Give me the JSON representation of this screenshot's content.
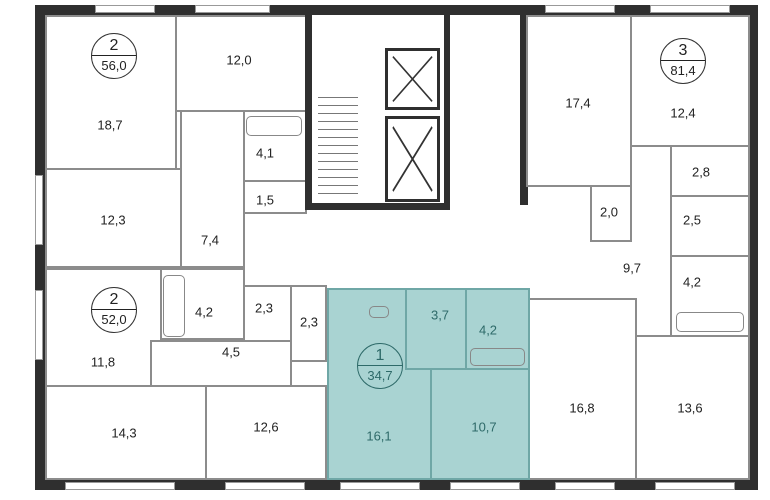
{
  "apartments": [
    {
      "rooms_count": "2",
      "total_area": "56,0"
    },
    {
      "rooms_count": "3",
      "total_area": "81,4"
    },
    {
      "rooms_count": "2",
      "total_area": "52,0"
    },
    {
      "rooms_count": "1",
      "total_area": "34,7"
    }
  ],
  "rooms": {
    "a1_living": "18,7",
    "a1_bed": "12,0",
    "a1_bed2": "12,3",
    "a1_hall": "7,4",
    "a1_bath": "4,1",
    "a1_wc": "1,5",
    "a2_bed": "17,4",
    "a2_bed2": "12,4",
    "a2_wc": "2,8",
    "a2_wc2": "2,5",
    "a2_bath": "4,2",
    "a2_store": "2,0",
    "a2_hall": "9,7",
    "a2_liv": "16,8",
    "a2_bed3": "13,6",
    "a3_bed": "11,8",
    "a3_bath": "4,2",
    "a3_s1": "2,3",
    "a3_s2": "2,3",
    "a3_hall": "4,5",
    "a3_liv": "14,3",
    "a3_bed2": "12,6",
    "a4_hall": "3,7",
    "a4_bath": "4,2",
    "a4_liv": "16,1",
    "a4_bed": "10,7"
  },
  "colors": {
    "highlight": "#a9d3d2",
    "highlight_text": "#2e6a69",
    "wall": "#2f2f2f"
  }
}
